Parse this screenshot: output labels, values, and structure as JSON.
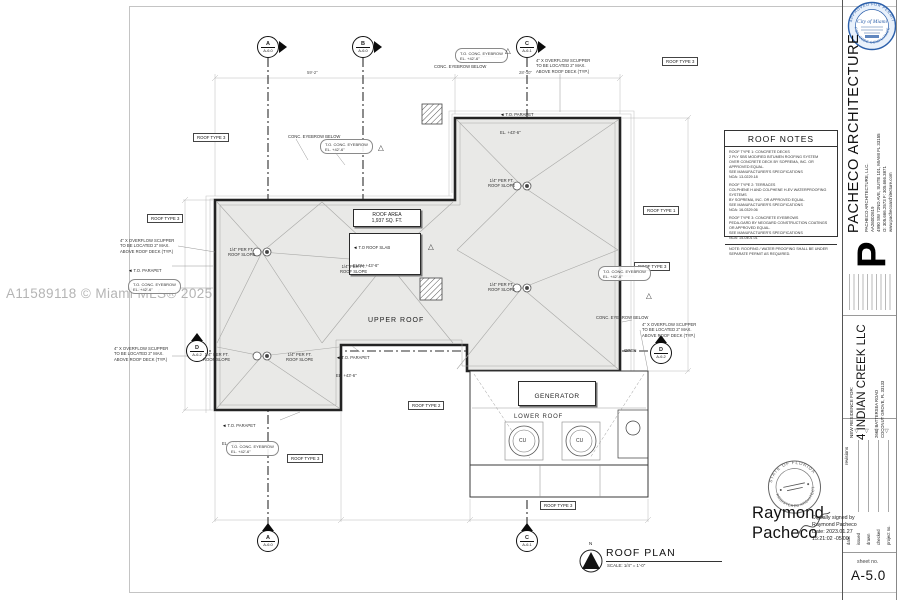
{
  "watermark": "A11589118 © Miami MLS® 2025",
  "approval_stamp": {
    "arc_top": "APPROVED FOR PERMIT",
    "arc_bottom": "FOR CODE COMPLIANCE",
    "center": "City of Miami",
    "color": "#2b5faa"
  },
  "roof_notes": {
    "title": "ROOF NOTES",
    "notes": [
      "ROOF TYPE 1: CONCRETE DECKS\n2 PLY SBS MODIFIED BITUMEN ROOFING SYSTEM\nOVER CONCRETE DECK BY SOPREMA, INC. OR APPROVED EQUAL.\nSEE MANUFACTURER'S SPECIFICATIONS\nNOA: 13-0229.18",
      "ROOF TYPE 2: TERRACES\nCOLPHENE H AND COLPHENE H-EV WATERPROOFING SYSTEMS\nBY SOPREMA, INC. OR APPROVED EQUAL.\nSEE MANUFACTURER'S SPECIFICATIONS\nNOA: 16-0329.06",
      "ROOF TYPE 3: CONCRETE EYEBROWS\nPEDA-GARD BY NEOGARD CONSTRUCTION COATINGS\nOR APPROVED EQUAL.\nSEE MANUFACTURER'S SPECIFICATIONS\nNOA: 15-0401.01",
      "NOTE: ROOFING / WATER PROOFING SHALL BE UNDER\nSEPARATE PERMIT AS REQUIRED."
    ]
  },
  "plan": {
    "upper_roof": "UPPER ROOF",
    "lower_roof": "LOWER ROOF",
    "generator": "GENERATOR",
    "cu": "CU",
    "open": "OPEN",
    "area_line1": "ROOF AREA",
    "area_line2": "1,937 SQ. FT.",
    "slab_label": "T.O ROOF SLAB\nELEV. +43'-6\"",
    "parapet_label": "T.O. PARAPET\nEL. +43'-6\"",
    "eyebrow_el_label": "T.O. CONC. EYEBROW\nEL. +42'-6\"",
    "eyebrow_below": "CONC. EYEBROW BELOW",
    "roof_type_1": "ROOF TYPE 1",
    "roof_type_2": "ROOF TYPE 2",
    "roof_type_3": "ROOF TYPE 3",
    "scupper_note": "4\" X OVERFLOW SCUPPER\nTO BE LOCATED 2\" MAX.\nABOVE ROOF DECK (TYP.)",
    "slope_note": "1/4\" PER FT.\nROOF SLOPE",
    "dim_59": "59'-2\"",
    "dim_28": "28'-10\"",
    "north": "N",
    "title": "ROOF PLAN",
    "scale": "SCALE: 1/4\" = 1'-0\"",
    "markers": {
      "a": {
        "letter": "A",
        "sheet": "A-6.0"
      },
      "b": {
        "letter": "B",
        "sheet": "A-6.0"
      },
      "c": {
        "letter": "C",
        "sheet": "A-6.1"
      },
      "d": {
        "letter": "D",
        "sheet": "A-6.2"
      }
    }
  },
  "title_block": {
    "firm_name": "PACHECO ARCHITECTURE",
    "firm_line1": "PACHECO ARCHITECTURE, LLC.",
    "firm_line2": "AA26002619",
    "firm_line3": "4990 SW 72ND AVE, SUITE 101, MIAMI FL 33155",
    "firm_line4": "O: 305.666.2573   F: 305.666.3871",
    "firm_line5": "www.pachecoarchitecture.com",
    "logo_letter": "P",
    "residence_for": "NEW RESIDENCE FOR:",
    "project_name": "4 INDIAN CREEK LLC",
    "address_line1": "2660 BATTERSEA ROAD",
    "address_line2": "COCONUT GROVE, FL 33133",
    "revisions_label": "revisions",
    "field_date": "date",
    "field_issued": "issued",
    "field_drawn": "drawn",
    "field_checked": "checked",
    "field_project": "project no.",
    "sheet_label": "sheet no.",
    "sheet_number": "A-5.0"
  },
  "signature": {
    "first": "Raymond",
    "last": "Pacheco",
    "digital": "Digitally signed by\nRaymond Pacheco\nDate: 2023.01.27\n15:21:02 -05'00'",
    "seal_top": "STATE OF FLORIDA",
    "seal_bottom": "REGISTERED ARCHITECT"
  }
}
